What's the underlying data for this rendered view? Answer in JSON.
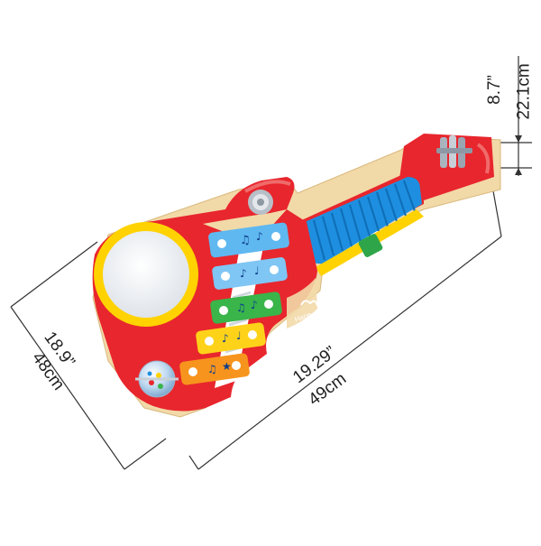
{
  "brand": {
    "logo_text": "Hape"
  },
  "dimensions": {
    "left_inches": "18.9”",
    "left_cm": "48cm",
    "bottom_inches": "19.29”",
    "bottom_cm": "49cm",
    "right_inches": "8.7”",
    "right_cm": "22.1cm"
  },
  "colors": {
    "body_red": "#e8262d",
    "wood": "#f2d9a8",
    "drum_yellow": "#ffd200",
    "grip_blue": "#1e8fe0",
    "bar_blue_light": "#5fb8f0",
    "bar_green": "#39b54a",
    "bar_yellow": "#ffd21a",
    "bar_orange": "#f7941d"
  }
}
